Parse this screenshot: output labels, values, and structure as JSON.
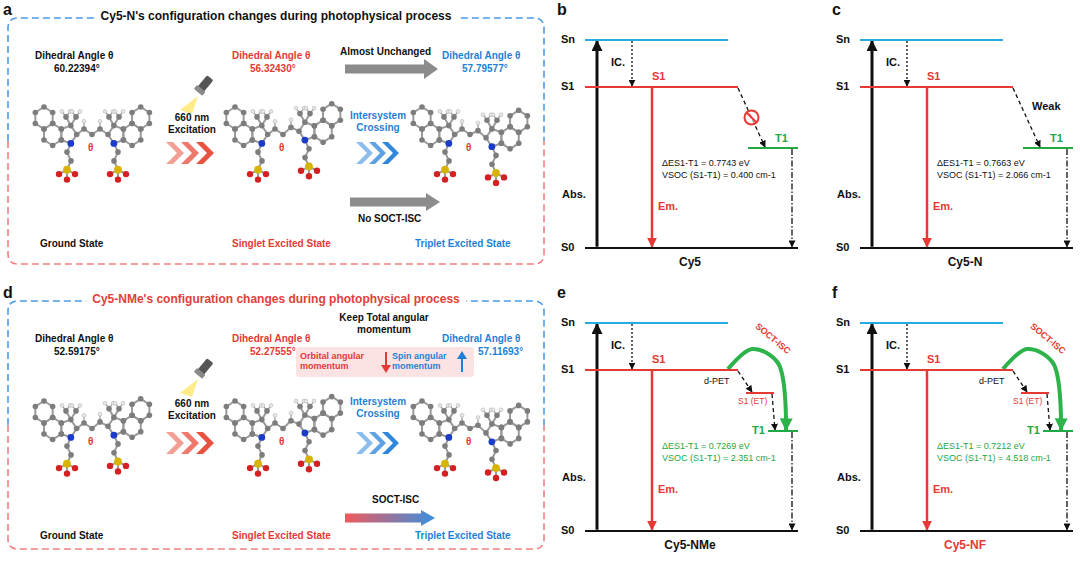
{
  "diagram": {
    "nodes": [
      {
        "text": [
          "Cy5-N's configuration changes during photophysical process"
        ]
      },
      {
        "text": [
          "Sn"
        ]
      },
      {
        "text": [
          "S1",
          "S1"
        ]
      },
      {
        "text": [
          "T1"
        ]
      },
      {
        "text": [
          "S0"
        ]
      },
      {
        "text": [
          "Sn"
        ]
      },
      {
        "text": [
          "S1",
          "S1"
        ]
      },
      {
        "text": [
          "T1"
        ]
      },
      {
        "text": [
          "S0"
        ]
      },
      {
        "text": [
          "Cy5-NMe's configuration changes during photophysical process"
        ]
      },
      {
        "text": [
          "Sn"
        ]
      },
      {
        "text": [
          "S1",
          "S1"
        ]
      },
      {
        "text": [
          "S1 (ET)"
        ]
      },
      {
        "text": [
          "T1"
        ]
      },
      {
        "text": [
          "S0"
        ]
      },
      {
        "text": [
          "Sn"
        ]
      },
      {
        "text": [
          "S1",
          "S1"
        ]
      },
      {
        "text": [
          "S1 (ET)"
        ]
      },
      {
        "text": [
          "T1"
        ]
      },
      {
        "text": [
          "S0"
        ]
      }
    ],
    "edges": [
      {
        "from": 4,
        "to": 1,
        "arrow": "to",
        "label": "Abs."
      },
      {
        "from": 1,
        "to": 2,
        "arrow": "to",
        "label": "IC."
      },
      {
        "from": 2,
        "to": 4,
        "arrow": "to",
        "label": "Em."
      },
      {
        "from": 2,
        "to": 3,
        "arrow": "to"
      },
      {
        "from": 3,
        "to": 4,
        "arrow": "to"
      },
      {
        "from": 8,
        "to": 5,
        "arrow": "to",
        "label": "Abs."
      },
      {
        "from": 5,
        "to": 6,
        "arrow": "to",
        "label": "IC."
      },
      {
        "from": 6,
        "to": 8,
        "arrow": "to",
        "label": "Em."
      },
      {
        "from": 6,
        "to": 7,
        "arrow": "to",
        "label": "Weak"
      },
      {
        "from": 7,
        "to": 8,
        "arrow": "to"
      },
      {
        "from": 14,
        "to": 10,
        "arrow": "to",
        "label": "Abs."
      },
      {
        "from": 10,
        "to": 11,
        "arrow": "to",
        "label": "IC."
      },
      {
        "from": 11,
        "to": 14,
        "arrow": "to",
        "label": "Em."
      },
      {
        "from": 11,
        "to": 12,
        "arrow": "to",
        "label": "d-PET"
      },
      {
        "from": 12,
        "to": 13,
        "arrow": "to"
      },
      {
        "from": 11,
        "to": 13,
        "arrow": "to",
        "label": "SOCT-ISC"
      },
      {
        "from": 13,
        "to": 14,
        "arrow": "to"
      },
      {
        "from": 19,
        "to": 15,
        "arrow": "to",
        "label": "Abs."
      },
      {
        "from": 15,
        "to": 16,
        "arrow": "to",
        "label": "IC."
      },
      {
        "from": 16,
        "to": 19,
        "arrow": "to",
        "label": "Em."
      },
      {
        "from": 16,
        "to": 17,
        "arrow": "to",
        "label": "d-PET"
      },
      {
        "from": 17,
        "to": 18,
        "arrow": "to"
      },
      {
        "from": 16,
        "to": 18,
        "arrow": "to",
        "label": "SOCT-ISC"
      },
      {
        "from": 18,
        "to": 19,
        "arrow": "to"
      }
    ],
    "labels": [
      "a",
      "Dihedral Angle θ",
      "60.22394°",
      "θ",
      "660 nm Excitation",
      "Dihedral Angle θ",
      "56.32430°",
      "θ",
      "Almost Unchanged",
      "Dihedral Angle θ",
      "57.79577°",
      "θ",
      "Intersystem Crossing",
      "Ground State",
      "Singlet Excited State",
      "No SOCT-ISC",
      "Triplet Excited State",
      "b",
      "ΔES1-T1 = 0.7743 eV",
      "VSOC (S1-T1) = 0.400 cm-1",
      "Cy5",
      "c",
      "ΔES1-T1 = 0.7663 eV",
      "VSOC (S1-T1) = 2.066 cm-1",
      "Cy5-N",
      "d",
      "Dihedral Angle θ",
      "52.59175°",
      "θ",
      "660 nm Excitation",
      "Dihedral Angle θ",
      "52.27555°",
      "θ",
      "Keep Total angular momentum",
      "Orbital angular momentum",
      "Spin angular momentum",
      "Dihedral Angle θ",
      "57.11693°",
      "θ",
      "Intersystem Crossing",
      "Ground State",
      "Singlet Excited State",
      "SOCT-ISC",
      "Triplet Excited State",
      "e",
      "ΔES1-T1 = 0.7269 eV",
      "VSOC (S1-T1) = 2.351 cm-1",
      "Cy5-NMe",
      "f",
      "ΔES1-T1 = 0.7212 eV",
      "VSOC (S1-T1) = 4.518 cm-1",
      "Cy5-NF"
    ]
  }
}
